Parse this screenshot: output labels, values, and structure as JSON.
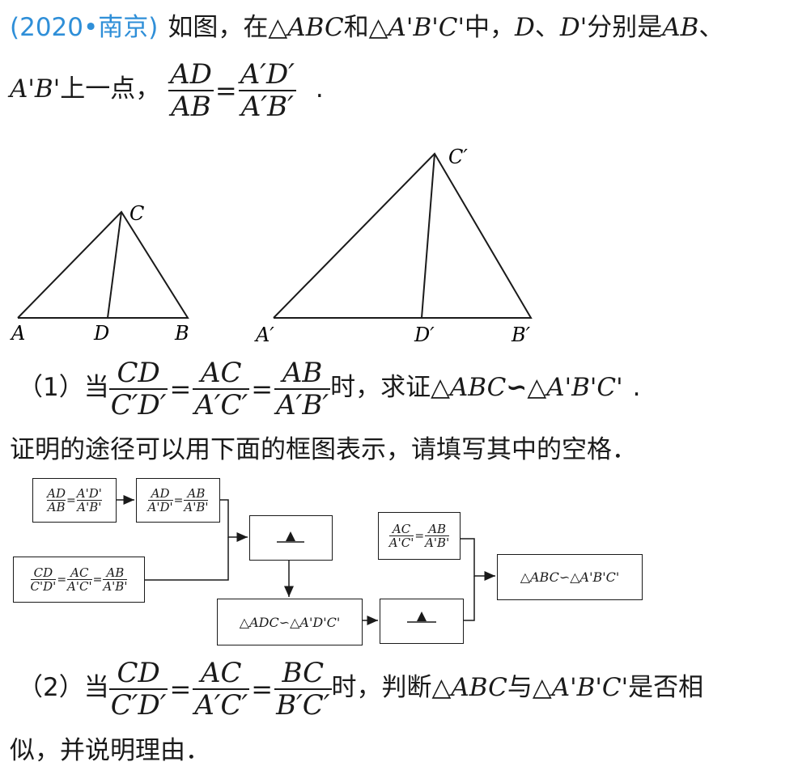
{
  "problem": {
    "source": "(2020•南京)",
    "intro_a": "如图，在△",
    "tri_abc": "ABC",
    "and": "和△",
    "tri_abc_p": "A'B'C'",
    "mid": "中，",
    "d": "D",
    "sep": "、",
    "d_p": "D'",
    "are": "分别是",
    "ab": "AB",
    "sep2": "、",
    "ab_p": "A'B'",
    "on_point": "上一点，",
    "given_num1": "AD",
    "given_den1": "AB",
    "given_num2": "A′D′",
    "given_den2": "A′B′",
    "end_dot": "."
  },
  "figure": {
    "left_labels": {
      "a": "A",
      "d": "D",
      "b": "B",
      "c": "C"
    },
    "right_labels": {
      "a": "A′",
      "d": "D′",
      "b": "B′",
      "c": "C′"
    }
  },
  "part1": {
    "label": "（1）当",
    "f1_num": "CD",
    "f1_den": "C′D′",
    "f2_num": "AC",
    "f2_den": "A′C′",
    "f3_num": "AB",
    "f3_den": "A′B′",
    "when": "时，求证△",
    "tri1": "ABC",
    "sim": "∽",
    "tri2_prefix": "△",
    "tri2": "A'B'C'",
    "dot": ".",
    "line2": "证明的途径可以用下面的框图表示，请填写其中的空格．"
  },
  "flow": {
    "b1": {
      "n1": "AD",
      "d1": "AB",
      "n2": "A'D'",
      "d2": "A'B'"
    },
    "b2": {
      "n1": "AD",
      "d1": "A'D'",
      "n2": "AB",
      "d2": "A'B'"
    },
    "b3": {
      "n1": "CD",
      "d1": "C'D'",
      "n2": "AC",
      "d2": "A'C'",
      "n3": "AB",
      "d3": "A'B'"
    },
    "b4": {
      "n1": "AC",
      "d1": "A'C'",
      "n2": "AB",
      "d2": "A'B'"
    },
    "b5": "△ADC∽△A'D'C'",
    "b6": "△ABC∽△A'B'C'"
  },
  "part2": {
    "label": "（2）当",
    "f1_num": "CD",
    "f1_den": "C′D′",
    "f2_num": "AC",
    "f2_den": "A′C′",
    "f3_num": "BC",
    "f3_den": "B′C′",
    "when": "时，判断△",
    "tri1": "ABC",
    "with": "与△",
    "tri2": "A'B'C'",
    "similar": "是否相",
    "line2": "似，并说明理由．"
  }
}
